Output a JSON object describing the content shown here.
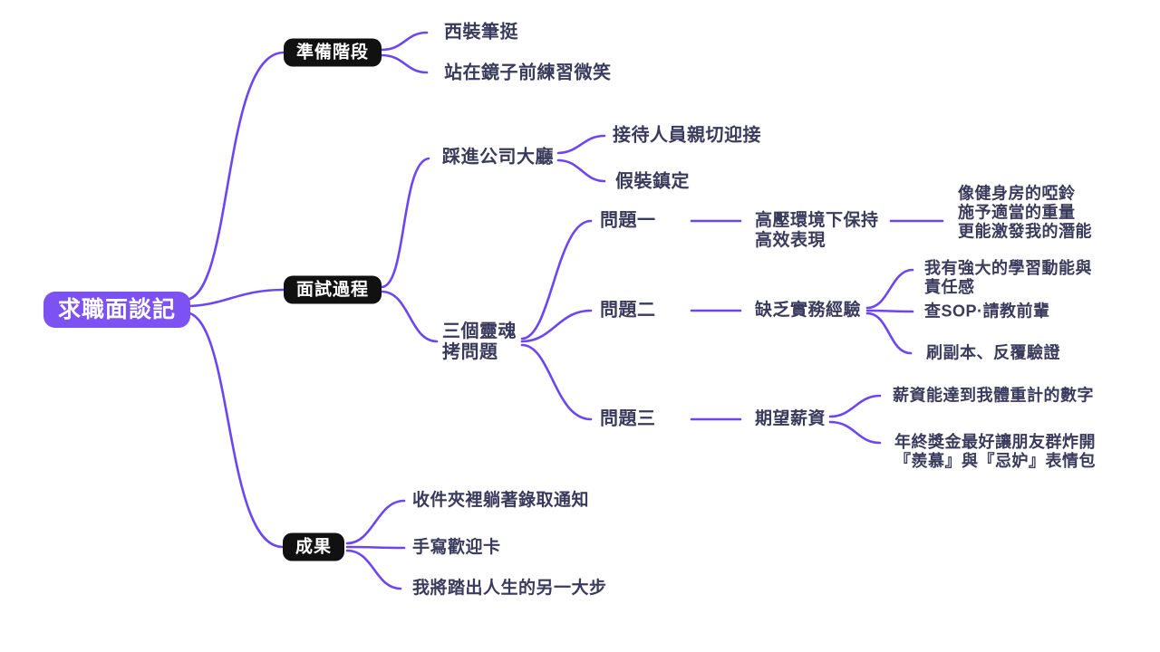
{
  "colors": {
    "edge": "#6b46f2",
    "root_fill": "#7c52f2",
    "root_text": "#ffffff",
    "branch_fill": "#111111",
    "branch_text": "#ffffff",
    "text": "#3a3a5c",
    "background": "#ffffff"
  },
  "mindmap": {
    "root": {
      "label": "求職面談記"
    },
    "branches": [
      {
        "label": "準備階段",
        "children": [
          {
            "label": "西裝筆挺"
          },
          {
            "label": "站在鏡子前練習微笑"
          }
        ]
      },
      {
        "label": "面試過程",
        "children": [
          {
            "label": "踩進公司大廳",
            "children": [
              {
                "label": "接待人員親切迎接"
              },
              {
                "label": "假裝鎮定"
              }
            ]
          },
          {
            "label": "三個靈魂\n拷問題",
            "children": [
              {
                "label": "問題一",
                "children": [
                  {
                    "label": "高壓環境下保持\n高效表現",
                    "children": [
                      {
                        "label": "像健身房的啞鈴\n施予適當的重量\n更能激發我的潛能"
                      }
                    ]
                  }
                ]
              },
              {
                "label": "問題二",
                "children": [
                  {
                    "label": "缺乏實務經驗",
                    "children": [
                      {
                        "label": "我有強大的學習動能與\n責任感"
                      },
                      {
                        "label": "查SOP·請教前輩"
                      },
                      {
                        "label": "刷副本、反覆驗證"
                      }
                    ]
                  }
                ]
              },
              {
                "label": "問題三",
                "children": [
                  {
                    "label": "期望薪資",
                    "children": [
                      {
                        "label": "薪資能達到我體重計的數字"
                      },
                      {
                        "label": "年終獎金最好讓朋友群炸開\n『羨慕』與『忌妒』表情包"
                      }
                    ]
                  }
                ]
              }
            ]
          }
        ]
      },
      {
        "label": "成果",
        "children": [
          {
            "label": "收件夾裡躺著錄取通知"
          },
          {
            "label": "手寫歡迎卡"
          },
          {
            "label": "我將踏出人生的另一大步"
          }
        ]
      }
    ]
  }
}
